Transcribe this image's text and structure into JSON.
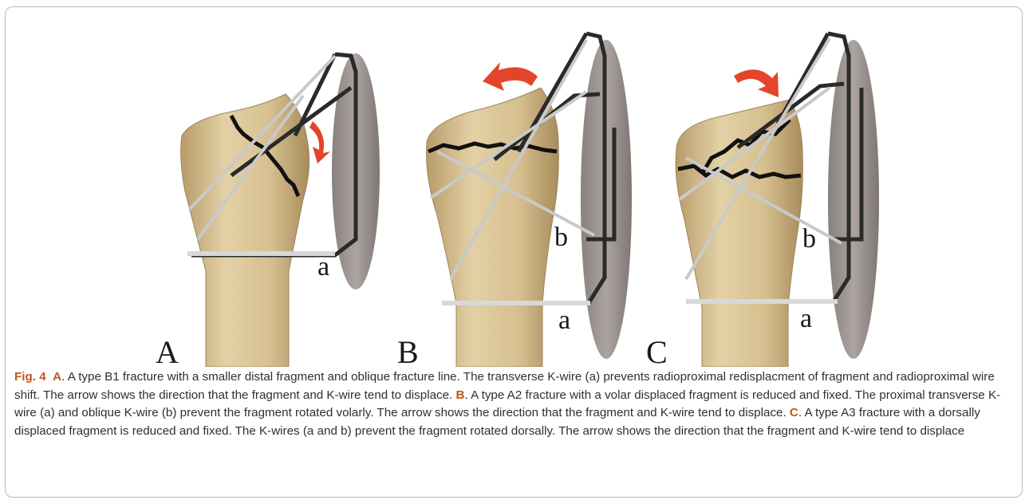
{
  "figure": {
    "panels": [
      {
        "letter": "A",
        "wire_labels": [
          "a"
        ]
      },
      {
        "letter": "B",
        "wire_labels": [
          "b",
          "a"
        ]
      },
      {
        "letter": "C",
        "wire_labels": [
          "b",
          "a"
        ]
      }
    ]
  },
  "caption": {
    "fig_label": "Fig. 4",
    "segments": [
      {
        "bold": "A",
        "text": ". A type B1 fracture with a smaller distal fragment and oblique fracture line. The transverse K-wire (a) prevents radioproximal redisplacment of fragment and radioproximal wire shift. The arrow shows the direction that the fragment and K-wire tend to displace. "
      },
      {
        "bold": "B",
        "text": ". A type A2 fracture with a volar displaced fragment is reduced and fixed. The proximal transverse K-wire (a) and oblique K-wire (b) prevent the fragment rotated volarly. The arrow shows the direction that the fragment and K-wire tend to displace. "
      },
      {
        "bold": "C",
        "text": ". A type A3 fracture with a dorsally displaced fragment is reduced and fixed. The K-wires (a and b) prevent the fragment rotated dorsally. The arrow shows the direction that the fragment and K-wire tend to displace"
      }
    ]
  },
  "colors": {
    "bone": "#d9c49a",
    "arrow": "#e2452a",
    "plate": "#8c8480",
    "caption_highlight": "#c0561a"
  }
}
